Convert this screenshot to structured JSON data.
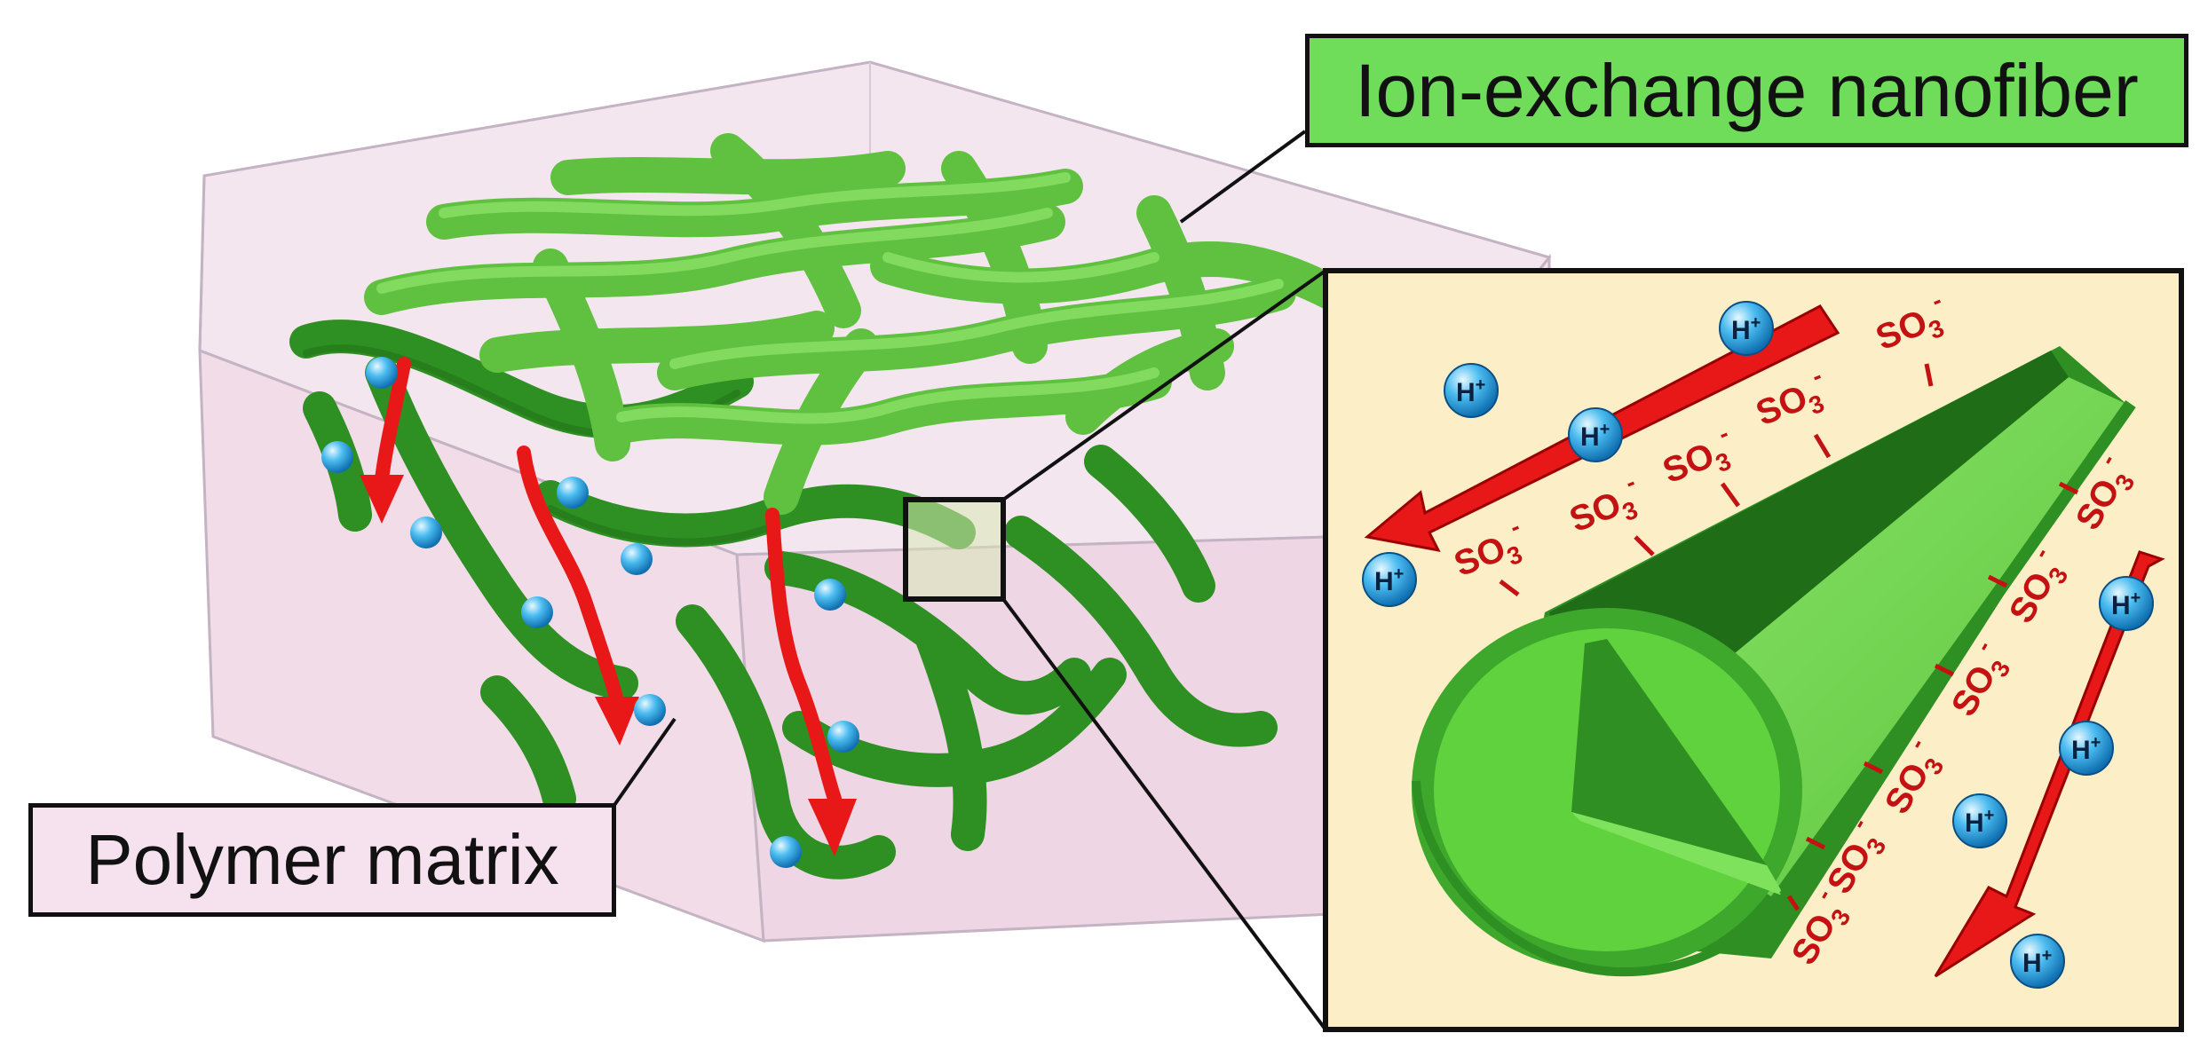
{
  "labels": {
    "nanofiber": "Ion-exchange nanofiber",
    "matrix": "Polymer matrix"
  },
  "ions": {
    "proton": "H",
    "proton_charge": "+",
    "sulfonate": "SO",
    "sulfonate_sub": "3",
    "sulfonate_charge": "-"
  },
  "colors": {
    "callout_fill": "#6fdc5a",
    "matrix_callout_fill": "#f6e2ee",
    "box_fill": "#f1dce8",
    "fiber_light": "#74cf52",
    "fiber_dark": "#2e8f22",
    "inset_bg": "#fcefc8",
    "arrow": "#e81818",
    "sulfonate_text": "#c41212",
    "proton": "#29a6e0"
  }
}
